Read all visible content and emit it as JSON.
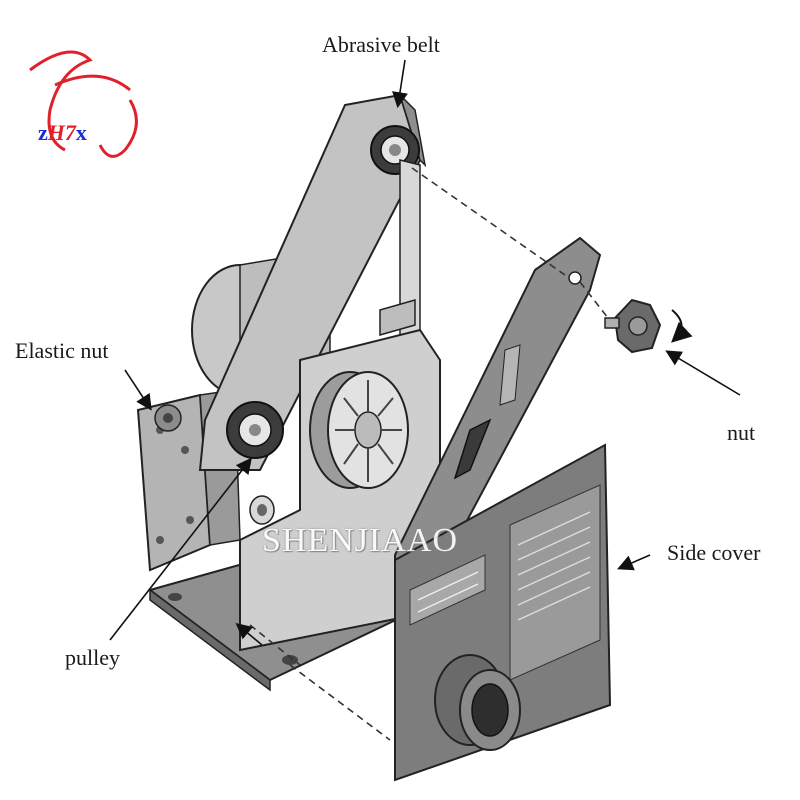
{
  "labels": {
    "abrasive_belt": "Abrasive belt",
    "elastic_nut": "Elastic nut",
    "nut": "nut",
    "side_cover": "Side cover",
    "pulley": "pulley"
  },
  "watermark": "SHENJIAAO",
  "logo": {
    "z": "z",
    "h7": "H7",
    "x": "x"
  },
  "colors": {
    "logo_red": "#e0202a",
    "logo_blue": "#1b2fd0",
    "metal_light": "#cfcfcf",
    "metal_mid": "#a9a9a9",
    "metal_dark": "#5a5a5a"
  }
}
